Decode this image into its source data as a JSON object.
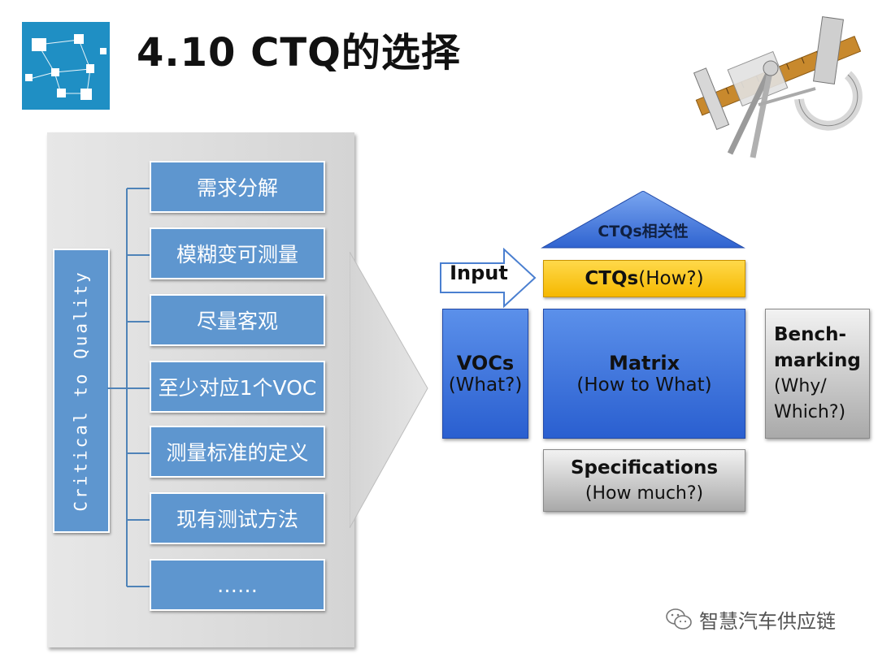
{
  "title": "4.10 CTQ的选择",
  "left_panel": {
    "vertical_label": "Critical to Quality",
    "items": [
      "需求分解",
      "模糊变可测量",
      "尽量客观",
      "至少对应1个VOC",
      "测量标准的定义",
      "现有测试方法",
      "……"
    ]
  },
  "house": {
    "roof_label": "CTQs相关性",
    "input_label": "Input",
    "ctqs_bold": "CTQs",
    "ctqs_normal": "(How?)",
    "vocs_bold": "VOCs",
    "vocs_normal": "(What?)",
    "matrix_bold": "Matrix",
    "matrix_normal": "(How to What)",
    "bench_bold_1": "Bench-",
    "bench_bold_2": "marking",
    "bench_normal_1": "(Why/",
    "bench_normal_2": "Which?)",
    "specs_bold": "Specifications",
    "specs_normal": "(How much?)"
  },
  "watermark": "智慧汽车供应链",
  "colors": {
    "logo_blue": "#1f8fc4",
    "item_blue": "#5e96cf",
    "matrix_blue": "#3a6fdc",
    "ctqs_yellow": "#f7c300"
  },
  "icons": {
    "logo": "network-nodes-icon",
    "tools": "caliper-micrometer-compass-icon",
    "watermark": "wechat-icon"
  }
}
